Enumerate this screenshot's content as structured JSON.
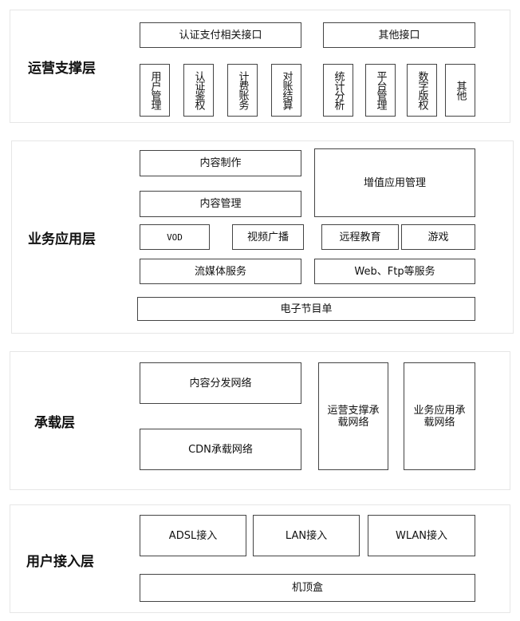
{
  "layers": {
    "ops": {
      "title": "运营支撑层",
      "auth_pay_interface": "认证支付相关接口",
      "other_interface": "其他接口",
      "user_mgmt": "用户管理",
      "auth": "认证鉴权",
      "billing": "计费账务",
      "reconcile": "对账结算",
      "stats": "统计分析",
      "platform_mgmt": "平台管理",
      "drm": "数字版权",
      "other": "其他"
    },
    "biz": {
      "title": "业务应用层",
      "content_make": "内容制作",
      "content_mgmt": "内容管理",
      "vas_mgmt": "增值应用管理",
      "vod": "VOD",
      "video_bcast": "视频广播",
      "remote_edu": "远程教育",
      "game": "游戏",
      "streaming": "流媒体服务",
      "web_ftp": "Web、Ftp等服务",
      "epg": "电子节目单"
    },
    "bearer": {
      "title": "承载层",
      "cdn_net": "内容分发网络",
      "cdn_bearer": "CDN承载网络",
      "ops_bearer": "运营支撑承载网络",
      "biz_bearer": "业务应用承载网络"
    },
    "access": {
      "title": "用户接入层",
      "adsl": "ADSL接入",
      "lan": "LAN接入",
      "wlan": "WLAN接入",
      "stb": "机顶盒"
    }
  }
}
